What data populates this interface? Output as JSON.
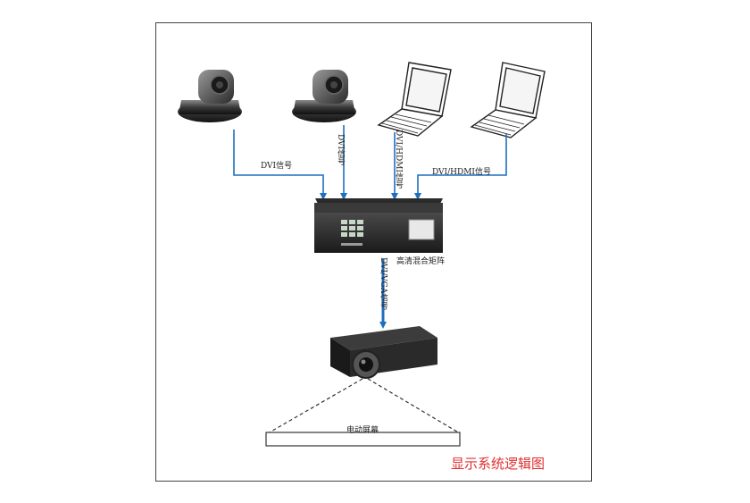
{
  "labels": {
    "link1": "DVI信号",
    "link2": "DVI信号",
    "link3": "DVI/HDMI信号",
    "link4": "DVI/HDMI信号",
    "matrix": "高清混合矩阵",
    "output": "DVI/VGA信号",
    "screen": "电动屏幕"
  },
  "title": "显示系统逻辑图",
  "colors": {
    "arrow": "#1f6fbf",
    "line": "#5b9bd5",
    "title": "#e03030"
  }
}
